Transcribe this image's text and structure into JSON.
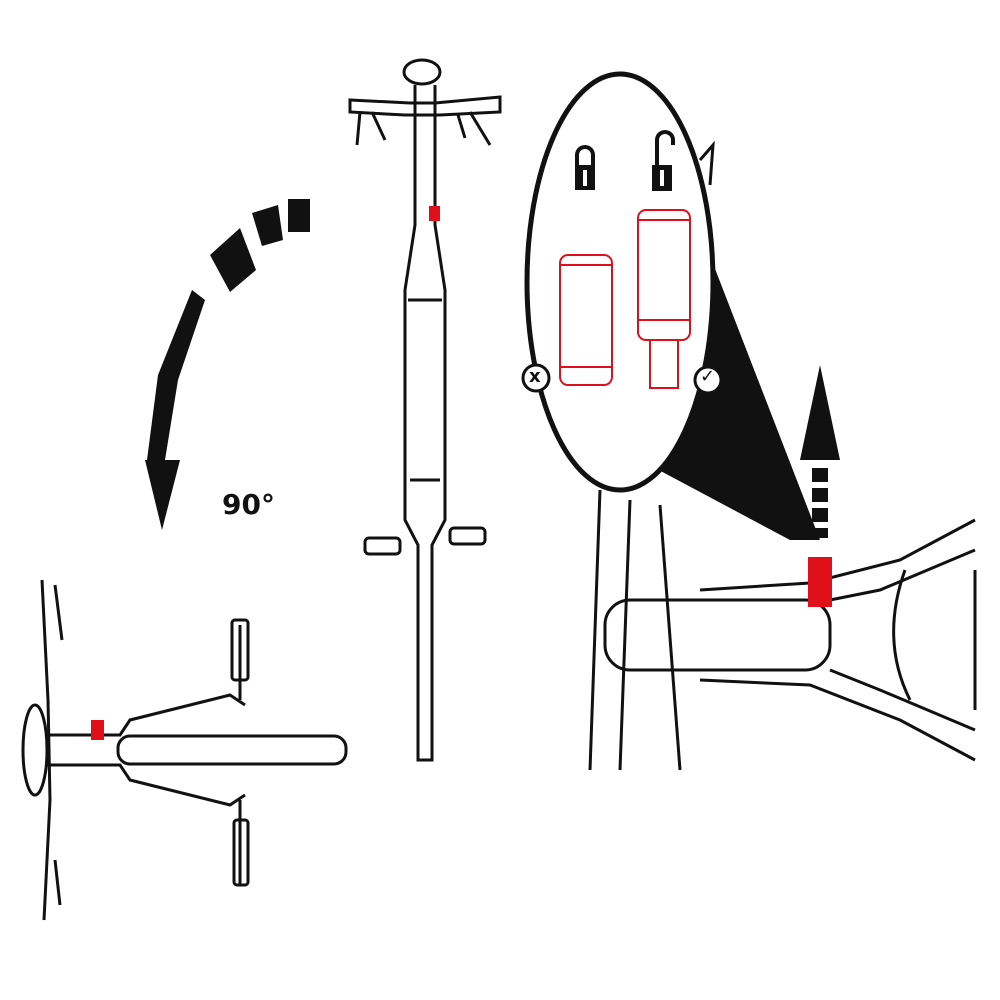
{
  "diagram": {
    "rotation_label": "90°",
    "colors": {
      "ink": "#111111",
      "accent": "#e0101a",
      "accent_light": "#e89090"
    },
    "panels": [
      {
        "name": "rotated-bike-top-view"
      },
      {
        "name": "upright-bike-front-view"
      },
      {
        "name": "detail-callout-lock"
      }
    ],
    "callout": {
      "locked_icon": "lock-closed-icon",
      "unlocked_icon": "lock-open-icon",
      "wrong_mark": "x",
      "right_mark": "✓"
    }
  }
}
